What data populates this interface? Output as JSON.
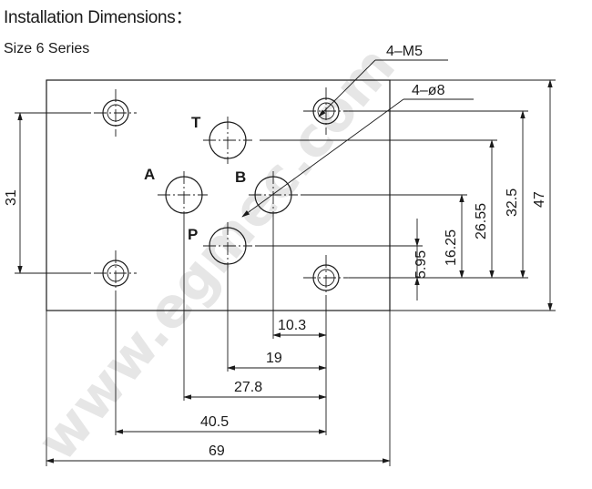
{
  "header": {
    "title": "Installation Dimensions：",
    "subtitle": "Size 6 Series"
  },
  "diagram": {
    "watermark": "www.egmec.com",
    "ports": {
      "t": "T",
      "a": "A",
      "b": "B",
      "p": "P"
    },
    "callouts": {
      "thread_holes": "4–M5",
      "port_holes": "4–ø8"
    },
    "dimensions": {
      "left_height": "31",
      "overall_height": "47",
      "height_32_5": "32.5",
      "height_26_55": "26.55",
      "height_16_25": "16.25",
      "height_5_95": "5.95",
      "width_10_3": "10.3",
      "width_19": "19",
      "width_27_8": "27.8",
      "width_40_5": "40.5",
      "overall_width": "69"
    },
    "colors": {
      "line": "#1a1a1a",
      "watermark": "#d6d6d6"
    }
  }
}
